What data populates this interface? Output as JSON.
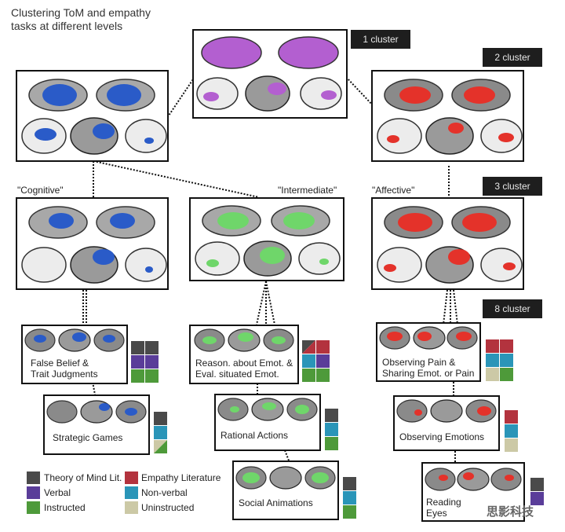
{
  "title_line1": "Clustering ToM and empathy",
  "title_line2": "tasks at different levels",
  "badges": {
    "c1": "1 cluster",
    "c2": "2 cluster",
    "c3": "3 cluster",
    "c8": "8 cluster"
  },
  "groups": {
    "cognitive": "\"Cognitive\"",
    "intermediate": "\"Intermediate\"",
    "affective": "\"Affective\""
  },
  "panels": {
    "false_belief_1": "False Belief &",
    "false_belief_2": "Trait Judgments",
    "reason_1": "Reason. about Emot. &",
    "reason_2": "Eval. situated Emot.",
    "pain_1": "Observing Pain &",
    "pain_2": "Sharing Emot. or Pain",
    "strategic": "Strategic Games",
    "rational": "Rational Actions",
    "obs_emotions": "Observing Emotions",
    "social": "Social Animations",
    "reading_1": "Reading",
    "reading_2": "Eyes"
  },
  "legend": {
    "tom": "Theory of Mind Lit.",
    "empathy": "Empathy Literature",
    "verbal": "Verbal",
    "nonverbal": "Non-verbal",
    "instructed": "Instructed",
    "uninstructed": "Uninstructed"
  },
  "colors": {
    "purple_cluster": "#b35fd0",
    "blue_cluster": "#2a5bc8",
    "red_cluster": "#e4322a",
    "green_cluster": "#6fd66a",
    "tom": "#4a4a4a",
    "empathy": "#b3333e",
    "verbal": "#5a3d99",
    "nonverbal": "#2a95b8",
    "instructed": "#4e9a3a",
    "uninstructed": "#ccc9a6"
  },
  "watermark": "思影科技"
}
